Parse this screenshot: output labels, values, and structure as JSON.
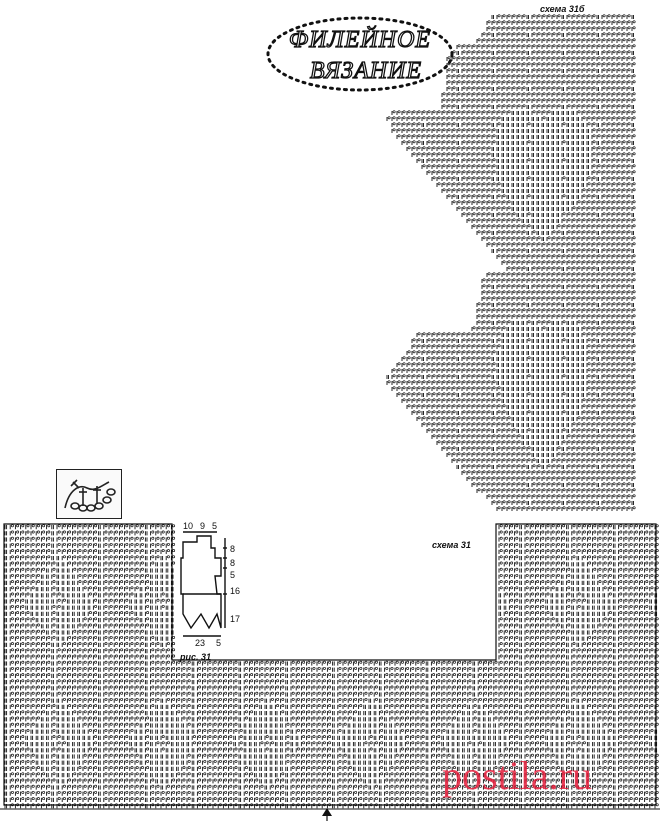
{
  "title": {
    "line1": "ФИЛЕЙНОЕ",
    "line2": "ВЯЗАНИЕ"
  },
  "labels": {
    "scheme_top": "схема 31б",
    "scheme_bottom": "схема 31",
    "figure": "рис. 31"
  },
  "figure": {
    "top_numbers": [
      "10",
      "9",
      "5"
    ],
    "right_numbers": [
      "8",
      "8",
      "5",
      "16",
      "17"
    ],
    "bottom_numbers": [
      "23",
      "5"
    ]
  },
  "watermark": "postila.ru",
  "colors": {
    "ink": "#111111",
    "watermark": "#e61e3c"
  }
}
